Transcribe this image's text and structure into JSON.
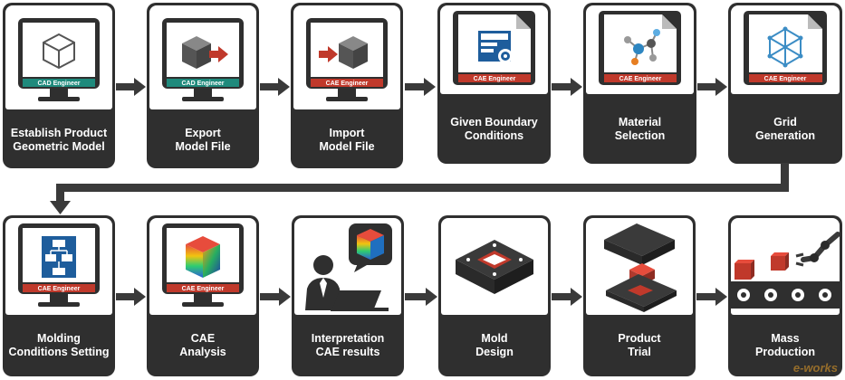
{
  "colors": {
    "card_dark": "#2f2f2f",
    "cad_badge": "#1f8a7c",
    "cae_badge": "#c0392b",
    "arrow": "#3a3a3a"
  },
  "badges": {
    "cad": "CAD Engineer",
    "cae": "CAE Engineer"
  },
  "steps": [
    {
      "label": "Establish Product\nGeometric Model",
      "icon": "monitor-cube-icon",
      "badge": "cad"
    },
    {
      "label": "Export\nModel File",
      "icon": "monitor-export-cube-icon",
      "badge": "cad"
    },
    {
      "label": "Import\nModel File",
      "icon": "monitor-import-cube-icon",
      "badge": "cae"
    },
    {
      "label": "Given Boundary\nConditions",
      "icon": "document-settings-icon",
      "badge": "cae"
    },
    {
      "label": "Material\nSelection",
      "icon": "document-molecule-icon",
      "badge": "cae"
    },
    {
      "label": "Grid\nGeneration",
      "icon": "document-mesh-icon",
      "badge": "cae"
    },
    {
      "label": "Molding\nConditions Setting",
      "icon": "monitor-flowchart-icon",
      "badge": "cae"
    },
    {
      "label": "CAE\nAnalysis",
      "icon": "monitor-heatmap-cube-icon",
      "badge": "cae"
    },
    {
      "label": "Interpretation\nCAE results",
      "icon": "engineer-laptop-icon",
      "badge": ""
    },
    {
      "label": "Mold\nDesign",
      "icon": "mold-icon",
      "badge": ""
    },
    {
      "label": "Product\nTrial",
      "icon": "mold-open-part-icon",
      "badge": ""
    },
    {
      "label": "Mass\nProduction",
      "icon": "robot-conveyor-icon",
      "badge": ""
    }
  ],
  "watermark": "e-works"
}
